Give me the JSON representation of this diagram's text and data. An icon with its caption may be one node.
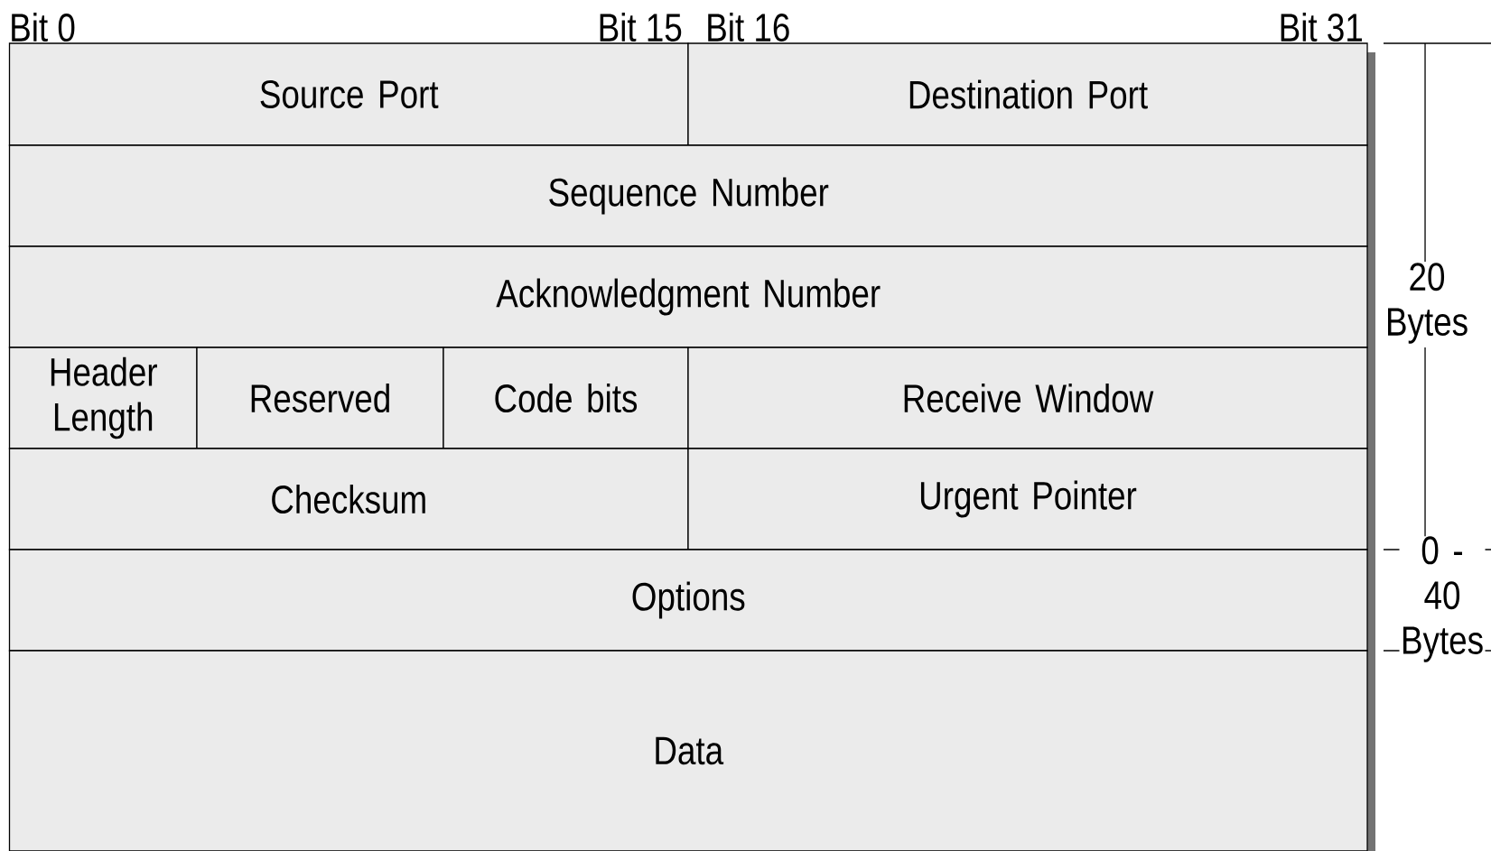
{
  "diagram": {
    "nodes": [
      {
        "text": [
          "Source Port"
        ]
      },
      {
        "text": [
          "Destination Port"
        ]
      },
      {
        "text": [
          "Sequence Number"
        ]
      },
      {
        "text": [
          "Acknowledgment Number"
        ]
      },
      {
        "text": [
          "Header Length"
        ]
      },
      {
        "text": [
          "Reserved"
        ]
      },
      {
        "text": [
          "Code bits"
        ]
      },
      {
        "text": [
          "Receive Window"
        ]
      },
      {
        "text": [
          "Checksum"
        ]
      },
      {
        "text": [
          "Urgent Pointer"
        ]
      },
      {
        "text": [
          "Options"
        ]
      },
      {
        "text": [
          "Data"
        ]
      }
    ],
    "labels": [
      "Bit 0",
      "Bit 15",
      "Bit 16",
      "Bit 31",
      "20 Bytes",
      "0 - 40 Bytes"
    ]
  }
}
